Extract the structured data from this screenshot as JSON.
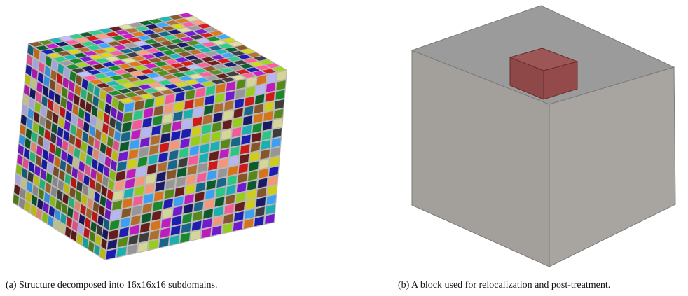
{
  "figure": {
    "panel_a": {
      "caption": "(a) Structure decomposed into 16x16x16 subdomains.",
      "grid": {
        "subdomains_per_axis": 16
      },
      "palette": [
        "#d81b1b",
        "#1b8f2e",
        "#1f1fb8",
        "#c71fc7",
        "#1fb8b8",
        "#d8d81b",
        "#e07a1b",
        "#7a1bd8",
        "#3fa7ff",
        "#ff5fa0",
        "#2ecf8a",
        "#8b5a2b",
        "#9e9e9e",
        "#0f5f2f",
        "#c0c0ff",
        "#b87333",
        "#5a8f1b",
        "#e0e0a0",
        "#6b1f1f",
        "#1b6b8f",
        "#ff9f7f",
        "#404040",
        "#9fd81b",
        "#1b1b6b"
      ]
    },
    "panel_b": {
      "caption": "(b) A block used for relocalization and post-treatment.",
      "colors": {
        "block_face": "#9a9a9a",
        "sub_block": "#8b3a3a",
        "edge": "#6e6e6e"
      }
    }
  }
}
